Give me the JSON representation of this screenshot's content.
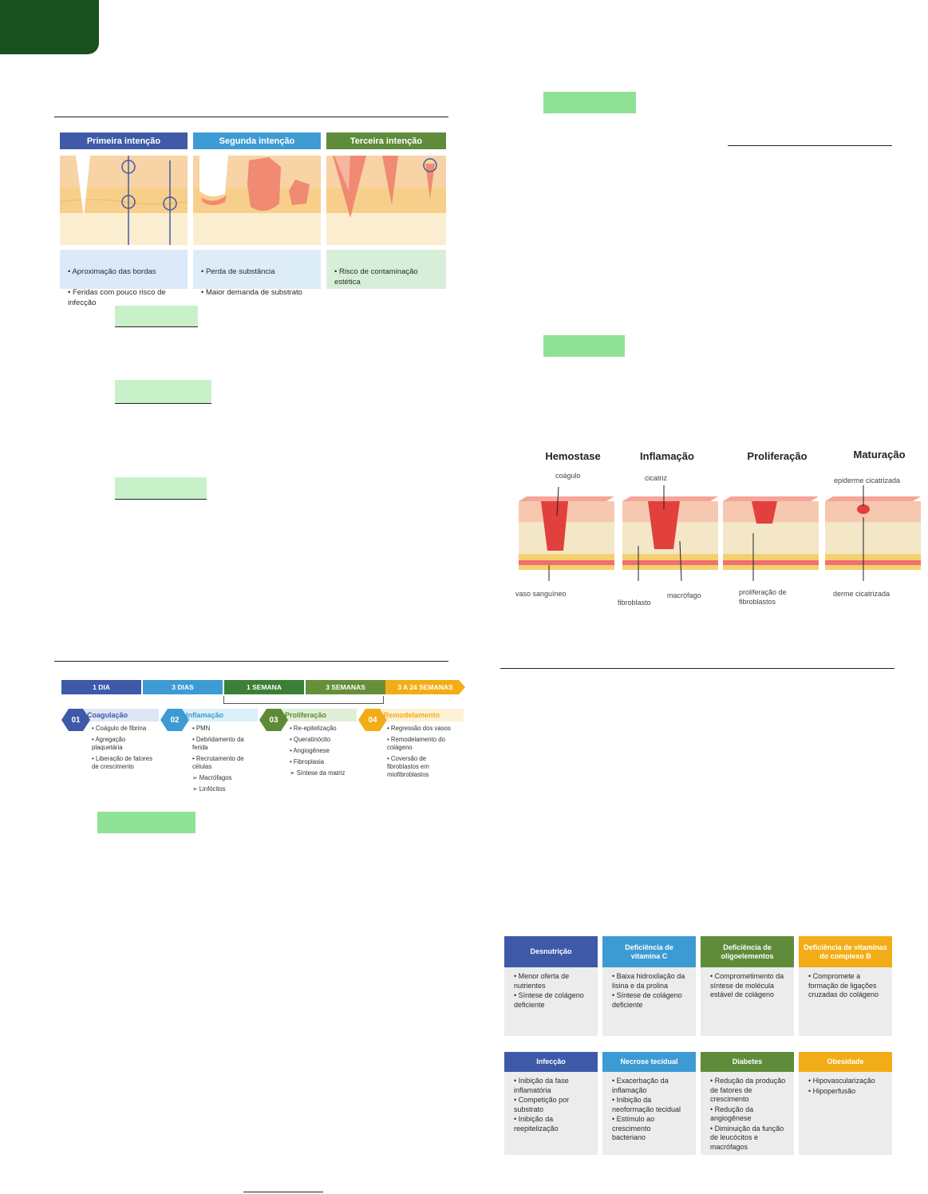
{
  "intentions": {
    "items": [
      {
        "title": "Primeira intenção",
        "color": "#3f5aa8",
        "note_bg": "#dbe9f8",
        "notes": [
          "• Aproximação das bordas",
          "• Feridas com pouco risco de\n   infecção"
        ]
      },
      {
        "title": "Segunda intenção",
        "color": "#3f9bd4",
        "note_bg": "#dcedf8",
        "notes": [
          "• Perda de substância",
          "• Maior demanda de substrato"
        ]
      },
      {
        "title": "Terceira intenção",
        "color": "#5f8c3a",
        "note_bg": "#d7efd9",
        "notes": [
          "• Risco de contaminação\n   estética"
        ]
      }
    ]
  },
  "timeline": {
    "segments": [
      {
        "label": "1 DIA",
        "color": "#3e59a8"
      },
      {
        "label": "3 DIAS",
        "color": "#3d9bd3"
      },
      {
        "label": "1 SEMANA",
        "color": "#3c7f36"
      },
      {
        "label": "3 SEMANAS",
        "color": "#668f3a"
      },
      {
        "label": "3 A 24 SEMANAS",
        "color": "#f2ad16"
      }
    ],
    "phases": [
      {
        "num": "01",
        "title": "Coagulação",
        "color": "#3e59a8",
        "title_color": "#3e59a8",
        "bg": "#dfe6f5",
        "items": [
          "•   Coágulo de fibrina",
          "•   Agregação\n     plaquetária",
          "•   Liberação de fatores\n     de crescimento"
        ]
      },
      {
        "num": "02",
        "title": "Inflamação",
        "color": "#3d9bd3",
        "title_color": "#3d9bd3",
        "bg": "#dcf0fa",
        "items": [
          "•   PMN",
          "•   Debridamento da\n     ferida",
          "•   Recrutamento de\n     células",
          "     ➢  Macrófagos",
          "     ➢  Linfócitos"
        ]
      },
      {
        "num": "03",
        "title": "Proliferação",
        "color": "#5d8a35",
        "title_color": "#5d8a35",
        "bg": "#e0efd8",
        "items": [
          "•   Re-epitelização",
          "       •  Queratinócito",
          "•   Angiogênese",
          "•   Fibroplasia",
          "     ➢  Síntese da matriz"
        ]
      },
      {
        "num": "04",
        "title": "Remodelamento",
        "color": "#f2ad16",
        "title_color": "#f2ad16",
        "bg": "#fdf1d6",
        "items": [
          "•   Regressão dos vasos",
          "•   Remodelamento do\n     colágeno",
          "•   Coversão de\n     fibroblastos em\n     miofibroblastos"
        ]
      }
    ]
  },
  "stages": {
    "titles": [
      "Hemostase",
      "Inflamação",
      "Proliferação",
      "Maturação"
    ],
    "labels": {
      "coagulo": "coágulo",
      "cicatriz": "cicatriz",
      "epiderme": "epiderme cicatrizada",
      "vaso": "vaso sanguíneo",
      "fibroblasto": "fibroblasto",
      "macrofago": "macrófago",
      "prolif": "proliferação de\nfibroblastos",
      "derme": "derme cicatrizada"
    }
  },
  "factors": [
    {
      "title": "Desnutrição",
      "color": "#3e59a8",
      "items": [
        "• Menor oferta de\n   nutrientes",
        "• Síntese de colágeno\n   deficiente"
      ]
    },
    {
      "title": "Deficiência de\nvitamina C",
      "color": "#3d9bd3",
      "items": [
        "• Baixa hidroxilação da\n   lisina e da prolina",
        "• Síntese de colágeno\n   deficiente"
      ]
    },
    {
      "title": "Deficiência de\noligoelementos",
      "color": "#5f8c3a",
      "items": [
        "• Comprometimento da\n   síntese de molécula\n   estável de colágeno"
      ]
    },
    {
      "title": "Deficiência de vitaminas\ndo complexo B",
      "color": "#f2ad16",
      "items": [
        "• Compromete a\n   formação de ligações\n   cruzadas do colágeno"
      ]
    },
    {
      "title": "Infecção",
      "color": "#3e59a8",
      "items": [
        "• Inibição da fase\n   inflamatória",
        "• Competição por\n   substrato",
        "• Inibição da\n   reepitelização"
      ]
    },
    {
      "title": "Necrose tecidual",
      "color": "#3d9bd3",
      "items": [
        "• Exacerbação da\n   inflamação",
        "• Inibição da\n   neoformação tecidual",
        "• Estímulo ao\n   crescimento\n   bacteriano"
      ]
    },
    {
      "title": "Diabetes",
      "color": "#5f8c3a",
      "items": [
        "• Redução da produção\n   de fatores de\n   crescimento",
        "• Redução da\n   angiogênese",
        "• Diminuição da função\n   de leucócitos e\n   macrófagos"
      ]
    },
    {
      "title": "Obesidade",
      "color": "#f2ad16",
      "items": [
        "• Hipovascularização",
        "• Hipoperfusão"
      ]
    }
  ]
}
